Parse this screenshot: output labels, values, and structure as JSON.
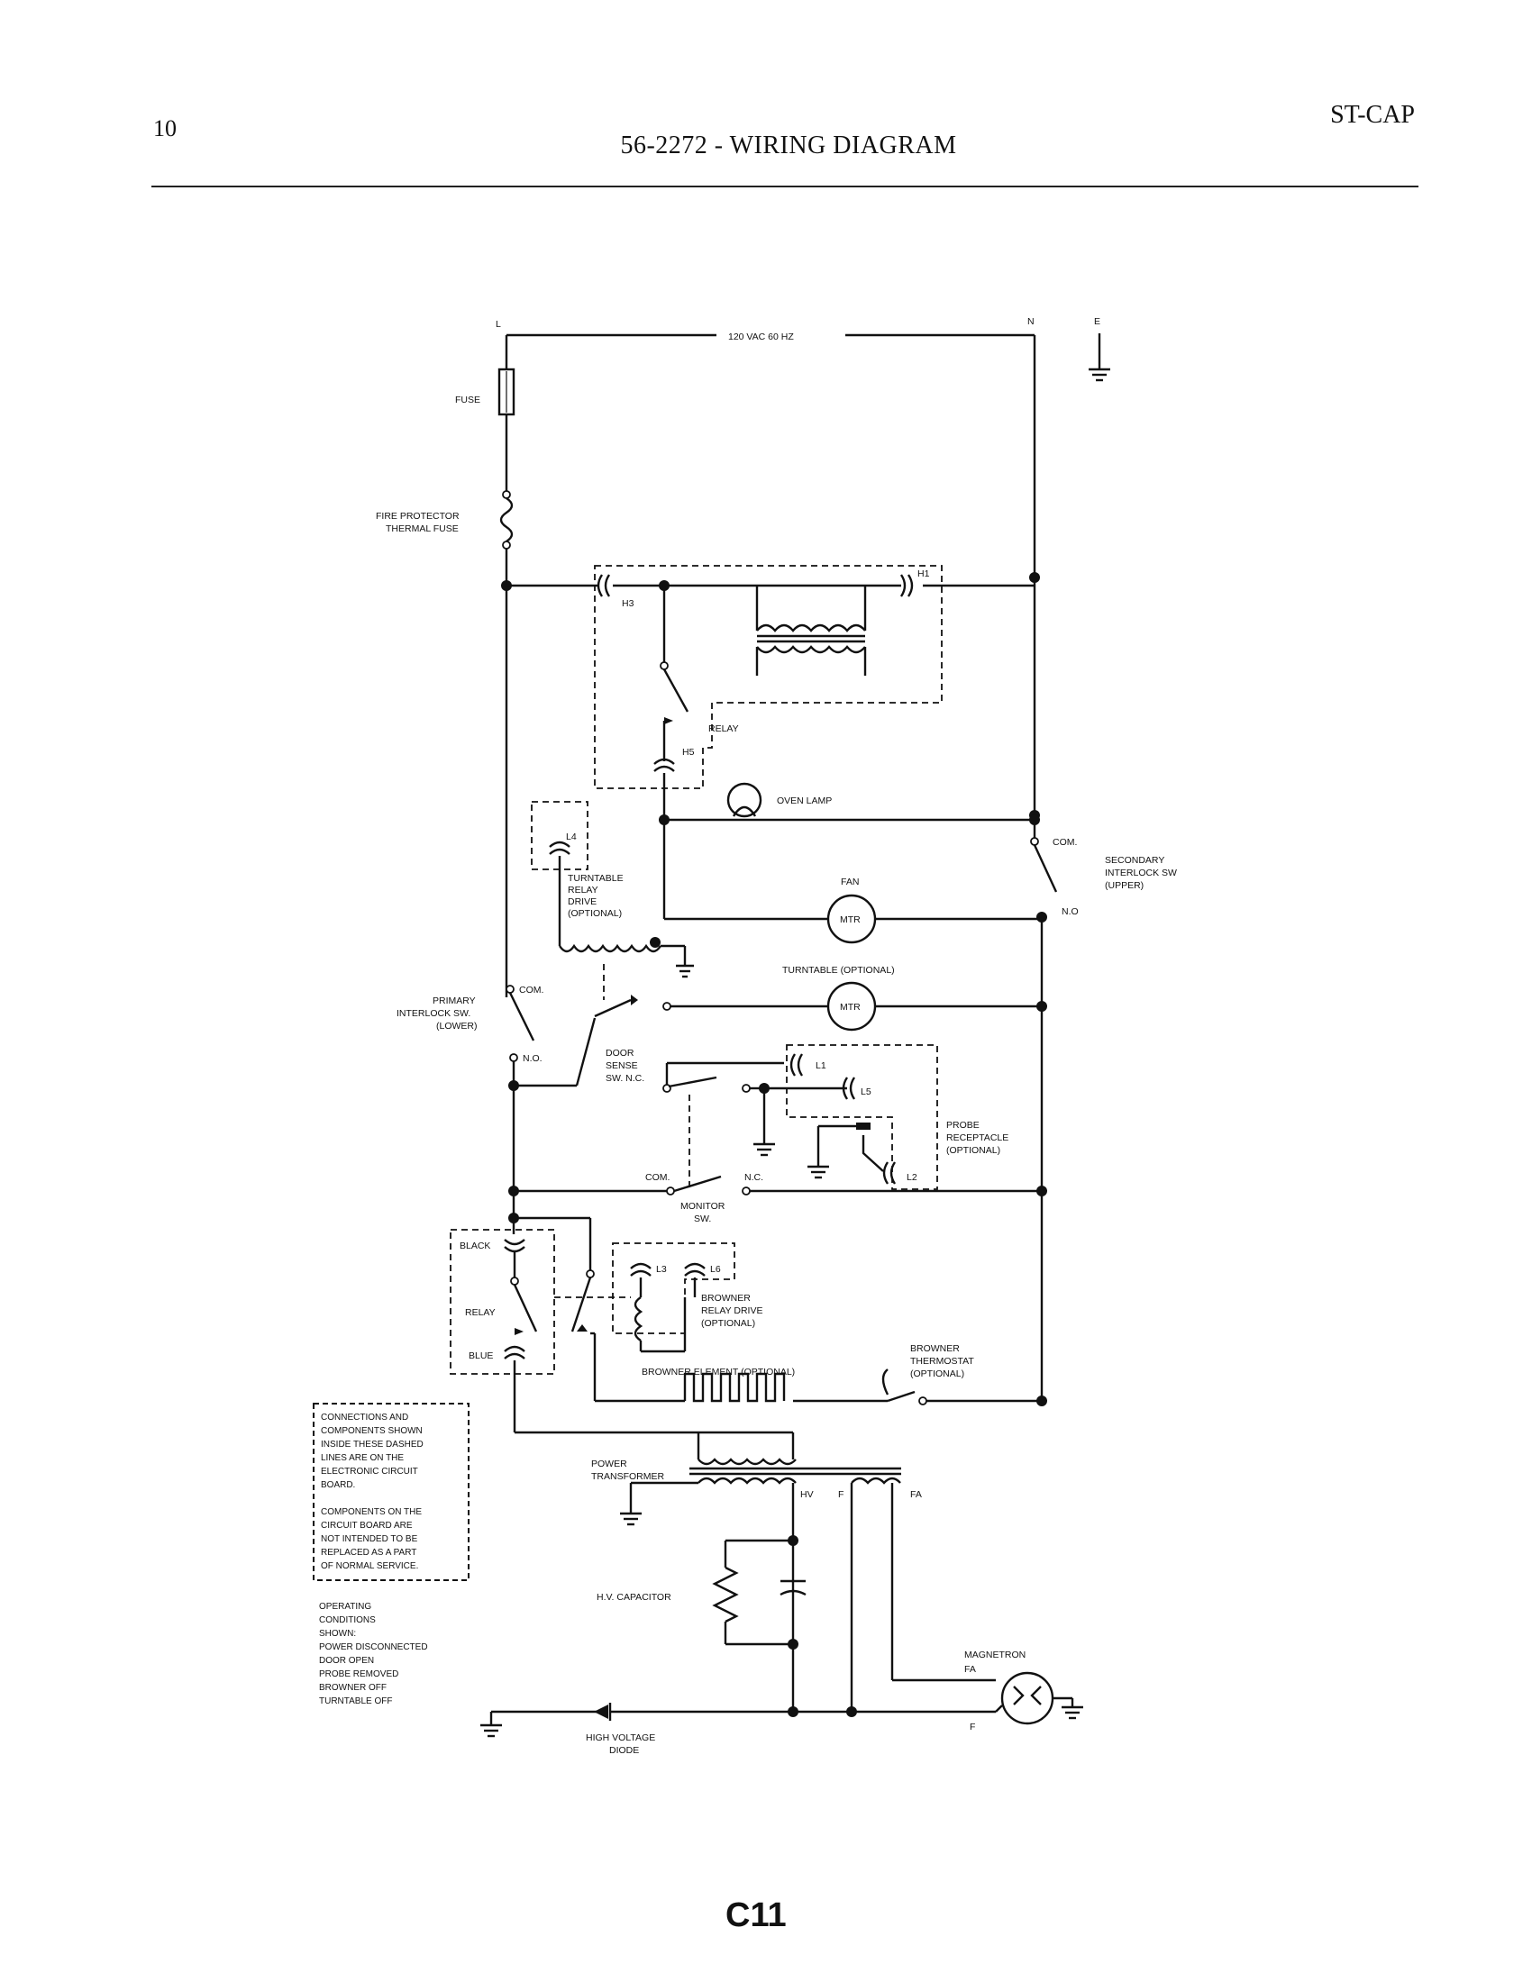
{
  "header": {
    "page_number": "10",
    "doc_tag": "ST-CAP",
    "title": "56-2272 - WIRING DIAGRAM"
  },
  "footer": {
    "code": "C11"
  },
  "diagram": {
    "supply": {
      "line": "L",
      "neutral": "N",
      "earth": "E",
      "voltage": "120 VAC 60 HZ"
    },
    "labels": {
      "fuse": "FUSE",
      "fire_protector_1": "FIRE PROTECTOR",
      "fire_protector_2": "THERMAL FUSE",
      "h3": "H3",
      "h1": "H1",
      "h5": "H5",
      "relay_top": "RELAY",
      "oven_lamp": "OVEN LAMP",
      "l4": "L4",
      "turntable_relay_1": "TURNTABLE",
      "turntable_relay_2": "RELAY",
      "turntable_relay_3": "DRIVE",
      "turntable_relay_4": "(OPTIONAL)",
      "fan": "FAN",
      "mtr_fan": "MTR",
      "com_secondary": "COM.",
      "no_secondary": "N.O",
      "secondary_1": "SECONDARY",
      "secondary_2": "INTERLOCK SW",
      "secondary_3": "(UPPER)",
      "turntable_opt": "TURNTABLE (OPTIONAL)",
      "mtr_turntable": "MTR",
      "com_primary": "COM.",
      "primary_1": "PRIMARY",
      "primary_2": "INTERLOCK SW.",
      "primary_3": "(LOWER)",
      "no_primary": "N.O.",
      "door_1": "DOOR",
      "door_2": "SENSE",
      "door_3": "SW. N.C.",
      "l1": "L1",
      "l5": "L5",
      "l2": "L2",
      "probe_1": "PROBE",
      "probe_2": "RECEPTACLE",
      "probe_3": "(OPTIONAL)",
      "com_monitor": "COM.",
      "nc_monitor": "N.C.",
      "monitor_1": "MONITOR",
      "monitor_2": "SW.",
      "black": "BLACK",
      "relay_bottom": "RELAY",
      "blue": "BLUE",
      "l3": "L3",
      "l6": "L6",
      "browner_relay_1": "BROWNER",
      "browner_relay_2": "RELAY DRIVE",
      "browner_relay_3": "(OPTIONAL)",
      "browner_element": "BROWNER ELEMENT (OPTIONAL)",
      "browner_thermo_1": "BROWNER",
      "browner_thermo_2": "THERMOSTAT",
      "browner_thermo_3": "(OPTIONAL)",
      "power_1": "POWER",
      "power_2": "TRANSFORMER",
      "hv": "HV",
      "f": "F",
      "fa": "FA",
      "hv_capacitor": "H.V. CAPACITOR",
      "magnetron": "MAGNETRON",
      "fa_mag": "FA",
      "f_mag": "F",
      "hv_diode_1": "HIGH VOLTAGE",
      "hv_diode_2": "DIODE"
    },
    "note_box": [
      "CONNECTIONS AND",
      "COMPONENTS SHOWN",
      "INSIDE THESE DASHED",
      "LINES ARE ON THE",
      "ELECTRONIC CIRCUIT",
      "BOARD.",
      "",
      "COMPONENTS ON THE",
      "CIRCUIT BOARD ARE",
      "NOT INTENDED TO BE",
      "REPLACED AS A PART",
      "OF NORMAL SERVICE."
    ],
    "operating": [
      "OPERATING",
      "CONDITIONS",
      "SHOWN:",
      "POWER DISCONNECTED",
      "DOOR OPEN",
      "PROBE REMOVED",
      "BROWNER OFF",
      "TURNTABLE OFF"
    ]
  }
}
